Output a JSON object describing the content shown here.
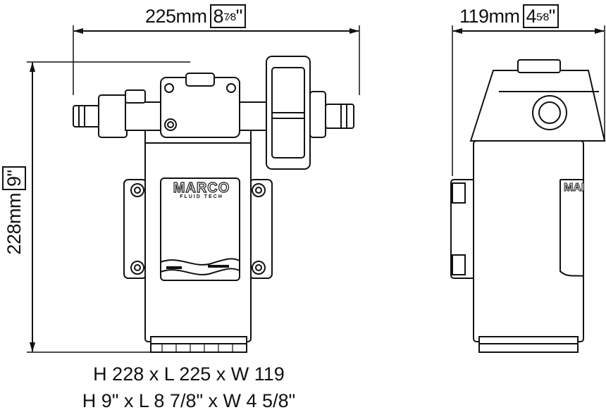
{
  "dimensions": {
    "length": {
      "metric": "225mm",
      "imperial_whole": "8",
      "imperial_frac": "7⁄8",
      "inch_mark": "\""
    },
    "width": {
      "metric": "119mm",
      "imperial_whole": "4",
      "imperial_frac": "5⁄8",
      "inch_mark": "\""
    },
    "height": {
      "metric": "228mm",
      "imperial": "9\""
    }
  },
  "logo": {
    "brand": "MARCO",
    "sub": "FLUID TECH"
  },
  "caption": {
    "metric_line": "H 228 x L 225 x W 119",
    "imperial_line": "H 9\" x L 8 7/8\" x W 4 5/8\""
  }
}
